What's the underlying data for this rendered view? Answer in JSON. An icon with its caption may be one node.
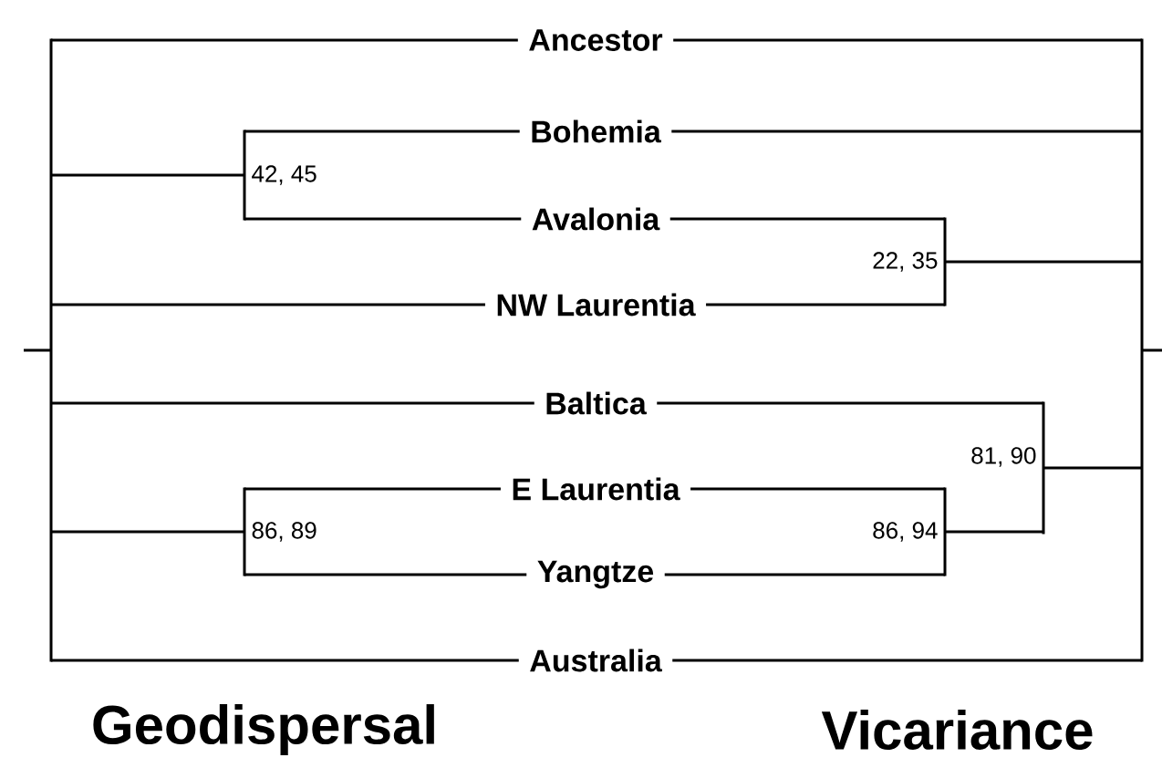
{
  "diagram": {
    "nodes": [
      {
        "text": [
          "Ancestor"
        ]
      },
      {
        "text": [
          "Bohemia"
        ]
      },
      {
        "text": [
          "Avalonia"
        ]
      },
      {
        "text": [
          "NW Laurentia"
        ]
      },
      {
        "text": [
          "Baltica"
        ]
      },
      {
        "text": [
          "E Laurentia"
        ]
      },
      {
        "text": [
          "Yangtze"
        ]
      },
      {
        "text": [
          "Australia"
        ]
      },
      {
        "text": [],
        "shape": "bar"
      },
      {
        "text": [],
        "shape": "bar",
        "beside": [
          "42, 45"
        ]
      },
      {
        "text": [],
        "shape": "bar",
        "beside": [
          "86, 89"
        ]
      },
      {
        "text": [],
        "shape": "bar"
      },
      {
        "text": [],
        "shape": "bar",
        "beside": [
          "22, 35"
        ]
      },
      {
        "text": [],
        "shape": "bar",
        "beside": [
          "81, 90"
        ]
      },
      {
        "text": [],
        "shape": "bar",
        "beside": [
          "86, 94"
        ]
      }
    ],
    "edges": [
      {
        "from": null,
        "to": 8,
        "arrow": "none"
      },
      {
        "from": 8,
        "to": 0,
        "arrow": "none"
      },
      {
        "from": 8,
        "to": 9,
        "arrow": "none"
      },
      {
        "from": 9,
        "to": 1,
        "arrow": "none"
      },
      {
        "from": 9,
        "to": 2,
        "arrow": "none"
      },
      {
        "from": 8,
        "to": 3,
        "arrow": "none"
      },
      {
        "from": 8,
        "to": 4,
        "arrow": "none"
      },
      {
        "from": 8,
        "to": 10,
        "arrow": "none"
      },
      {
        "from": 10,
        "to": 5,
        "arrow": "none"
      },
      {
        "from": 10,
        "to": 6,
        "arrow": "none"
      },
      {
        "from": 8,
        "to": 7,
        "arrow": "none"
      },
      {
        "from": null,
        "to": 11,
        "arrow": "none"
      },
      {
        "from": 11,
        "to": 0,
        "arrow": "none"
      },
      {
        "from": 11,
        "to": 1,
        "arrow": "none"
      },
      {
        "from": 11,
        "to": 12,
        "arrow": "none"
      },
      {
        "from": 12,
        "to": 2,
        "arrow": "none"
      },
      {
        "from": 12,
        "to": 3,
        "arrow": "none"
      },
      {
        "from": 11,
        "to": 13,
        "arrow": "none"
      },
      {
        "from": 13,
        "to": 4,
        "arrow": "none"
      },
      {
        "from": 13,
        "to": 14,
        "arrow": "none"
      },
      {
        "from": 14,
        "to": 5,
        "arrow": "none"
      },
      {
        "from": 14,
        "to": 6,
        "arrow": "none"
      },
      {
        "from": 11,
        "to": 7,
        "arrow": "none"
      }
    ],
    "labels": [
      "Geodispersal",
      "Vicariance"
    ]
  }
}
